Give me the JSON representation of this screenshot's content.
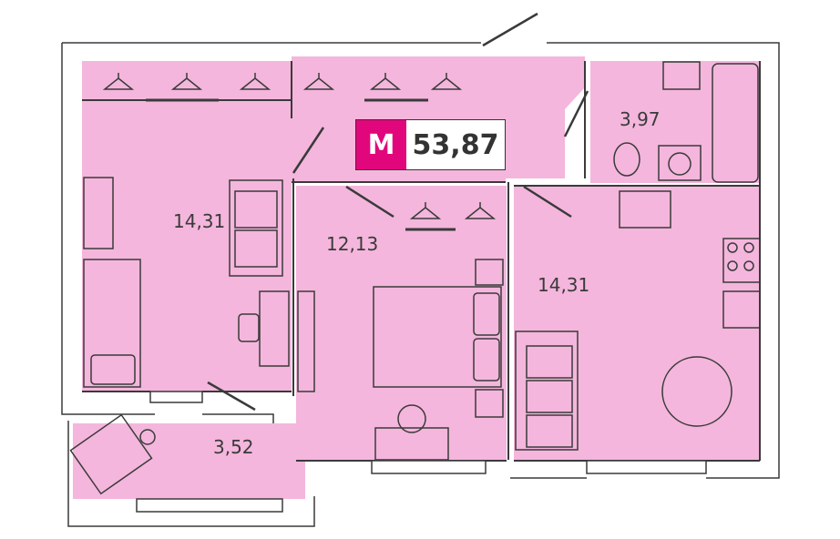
{
  "plan": {
    "apartment_type": "M",
    "total_area": "53,87",
    "rooms": [
      {
        "id": "room-left",
        "area": "14,31"
      },
      {
        "id": "room-bedroom",
        "area": "12,13"
      },
      {
        "id": "room-kitchen-living",
        "area": "14,31"
      },
      {
        "id": "room-bathroom",
        "area": "3,97"
      },
      {
        "id": "room-balcony",
        "area": "3,52"
      }
    ]
  },
  "colors": {
    "floor": "#f4b6dc",
    "wall": "#3a3a3a",
    "accent": "#e2067c"
  }
}
